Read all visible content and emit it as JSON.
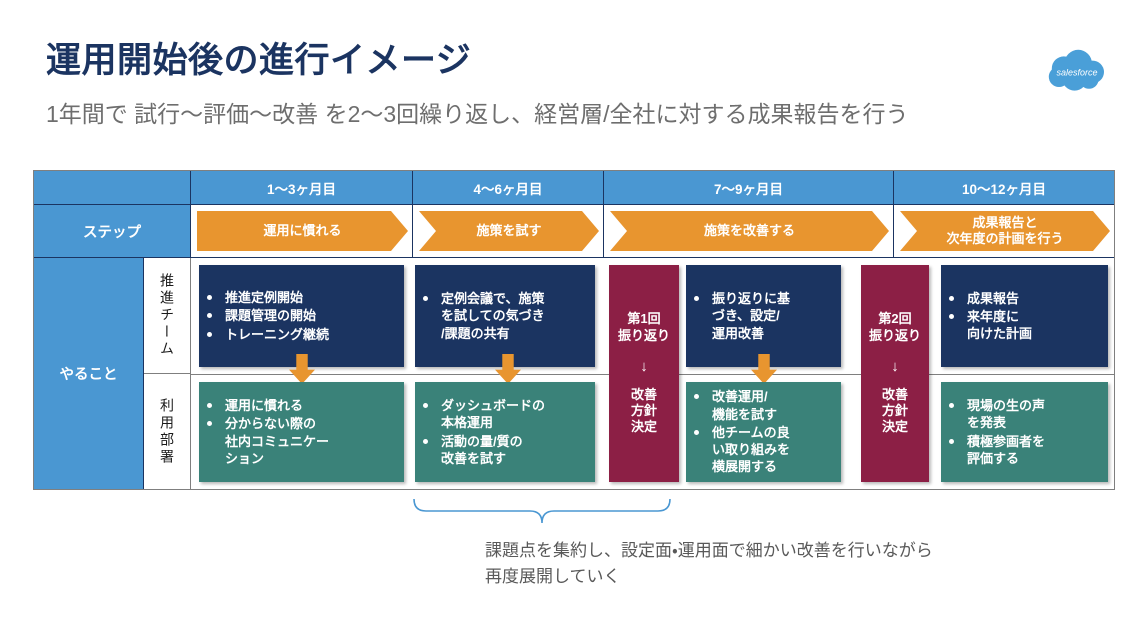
{
  "header": {
    "title": "運用開始後の進行イメージ",
    "subtitle": "1年間で 試行〜評価〜改善 を2〜3回繰り返し、経営層/全社に対する成果報告を行う",
    "logo": "salesforce-cloud-logo",
    "logo_text": "salesforce"
  },
  "colors": {
    "brand_navy": "#1b3461",
    "header_blue": "#4a97d2",
    "step_orange": "#e8952f",
    "team_navy": "#1b3461",
    "dept_teal": "#3a8279",
    "review_maroon": "#8c1f45",
    "brace_blue": "#4a97d2",
    "caption_gray": "#595959"
  },
  "matrix": {
    "corner_blank": "",
    "periods": [
      "1〜3ヶ月目",
      "4〜6ヶ月目",
      "7〜9ヶ月目",
      "10〜12ヶ月目"
    ],
    "step_row_label": "ステップ",
    "steps": [
      "運用に慣れる",
      "施策を試す",
      "施策を改善する",
      "成果報告と\n次年度の計画を行う"
    ],
    "body_row_label": "やること",
    "side_labels": [
      "推進チーム",
      "利用部署"
    ],
    "team_cards": [
      {
        "bullets": [
          "推進定例開始",
          "課題管理の開始",
          "トレーニング継続"
        ]
      },
      {
        "bullets": [
          "定例会議で、施策\nを試しての気づき\n/課題の共有"
        ]
      },
      {
        "bullets": [
          "振り返りに基\nづき、設定/\n運用改善"
        ]
      },
      {
        "bullets": [
          "成果報告",
          "来年度に\n向けた計画"
        ]
      }
    ],
    "dept_cards": [
      {
        "bullets": [
          "運用に慣れる",
          "分からない際の\n社内コミュニケー\nション"
        ]
      },
      {
        "bullets": [
          "ダッシュボードの\n本格運用",
          "活動の量/質の\n改善を試す"
        ]
      },
      {
        "bullets": [
          "改善運用/\n機能を試す",
          "他チームの良\nい取り組みを\n横展開する"
        ]
      },
      {
        "bullets": [
          "現場の生の声\nを発表",
          "積極参画者を\n評価する"
        ]
      }
    ],
    "reviews": [
      {
        "top": "第1回\n振り返り",
        "arrow": "↓",
        "bottom": "改善\n方針\n決定"
      },
      {
        "top": "第2回\n振り返り",
        "arrow": "↓",
        "bottom": "改善\n方針\n決定"
      }
    ]
  },
  "footer": {
    "brace": "curly-brace-shape",
    "caption": "課題点を集約し、設定面・運用面で細かい改善を行いながら\n再度展開していく"
  }
}
